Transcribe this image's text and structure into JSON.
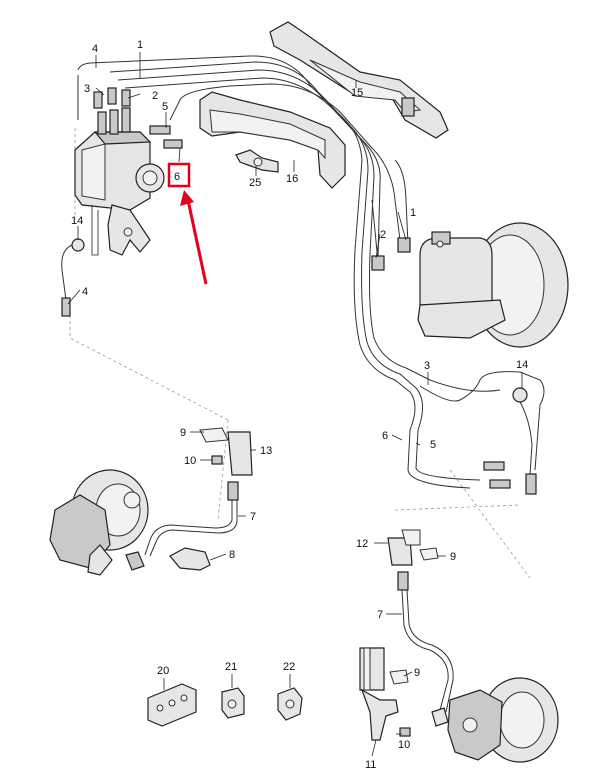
{
  "callouts": [
    {
      "id": "c1-top",
      "text": "1"
    },
    {
      "id": "c4-top",
      "text": "4"
    },
    {
      "id": "c3-top",
      "text": "3"
    },
    {
      "id": "c2-top",
      "text": "2"
    },
    {
      "id": "c5-top",
      "text": "5"
    },
    {
      "id": "c6-highlight",
      "text": "6"
    },
    {
      "id": "c15",
      "text": "15"
    },
    {
      "id": "c25",
      "text": "25"
    },
    {
      "id": "c16",
      "text": "16"
    },
    {
      "id": "c1-right",
      "text": "1"
    },
    {
      "id": "c2-right",
      "text": "2"
    },
    {
      "id": "c14-left",
      "text": "14"
    },
    {
      "id": "c4-left",
      "text": "4"
    },
    {
      "id": "c3-mid",
      "text": "3"
    },
    {
      "id": "c14-right",
      "text": "14"
    },
    {
      "id": "c6-mid",
      "text": "6"
    },
    {
      "id": "c5-mid",
      "text": "5"
    },
    {
      "id": "c9-left",
      "text": "9"
    },
    {
      "id": "c13",
      "text": "13"
    },
    {
      "id": "c10-left",
      "text": "10"
    },
    {
      "id": "c7-left",
      "text": "7"
    },
    {
      "id": "c8",
      "text": "8"
    },
    {
      "id": "c12",
      "text": "12"
    },
    {
      "id": "c9-right",
      "text": "9"
    },
    {
      "id": "c7-right",
      "text": "7"
    },
    {
      "id": "c9-bottom",
      "text": "9"
    },
    {
      "id": "c20",
      "text": "20"
    },
    {
      "id": "c21",
      "text": "21"
    },
    {
      "id": "c22",
      "text": "22"
    },
    {
      "id": "c10-bottom",
      "text": "10"
    },
    {
      "id": "c11",
      "text": "11"
    }
  ],
  "colors": {
    "highlight": "#e3001b",
    "ink": "#222222",
    "fill": "#e6e6e6"
  }
}
